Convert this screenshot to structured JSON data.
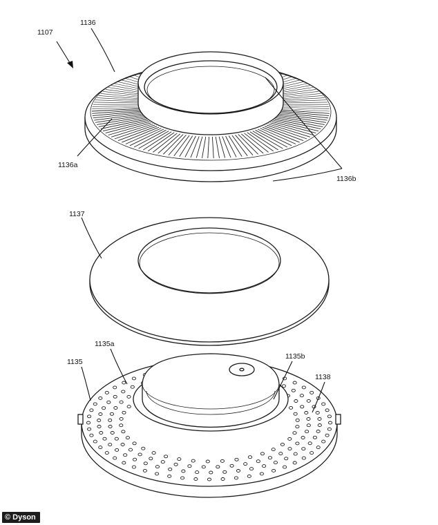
{
  "labels": {
    "assembly": "1107",
    "top_ring": "1136",
    "top_ring_a": "1136a",
    "top_ring_b": "1136b",
    "middle_disc": "1137",
    "base": "1135",
    "base_a": "1135a",
    "base_b": "1135b",
    "perforated_plate": "1138"
  },
  "credit": "© Dyson"
}
